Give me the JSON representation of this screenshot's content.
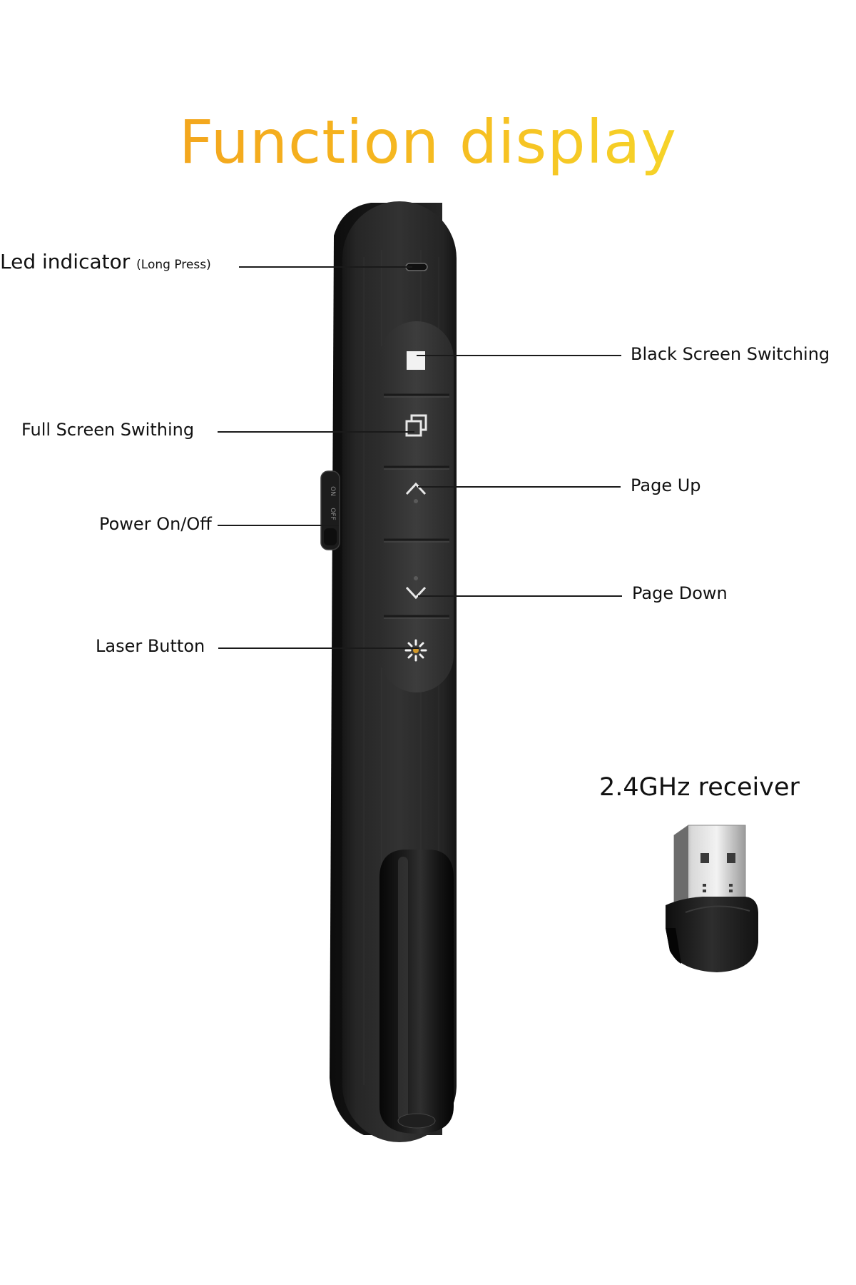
{
  "title": "Function display",
  "callouts": {
    "led": {
      "label": "Led indicator",
      "note": "(Long Press)"
    },
    "black_screen": {
      "label": "Black Screen Switching"
    },
    "full_screen": {
      "label": "Full Screen Swithing"
    },
    "page_up": {
      "label": "Page Up"
    },
    "power": {
      "label": "Power On/Off"
    },
    "page_down": {
      "label": "Page Down"
    },
    "laser": {
      "label": "Laser Button"
    }
  },
  "switch_marks": {
    "on": "ON",
    "off": "OFF"
  },
  "receiver": {
    "title": "2.4GHz receiver"
  },
  "colors": {
    "title_gradient_start": "#f19a1d",
    "title_gradient_end": "#f4e12c",
    "device_body": "#2b2b2b",
    "button_panel": "#3a3a3a"
  },
  "icons": {
    "black_screen": "square-icon",
    "full_screen": "overlapping-windows-icon",
    "page_up": "chevron-up-icon",
    "page_down": "chevron-down-icon",
    "laser": "sun-burst-icon",
    "led": "led-indicator-icon"
  }
}
